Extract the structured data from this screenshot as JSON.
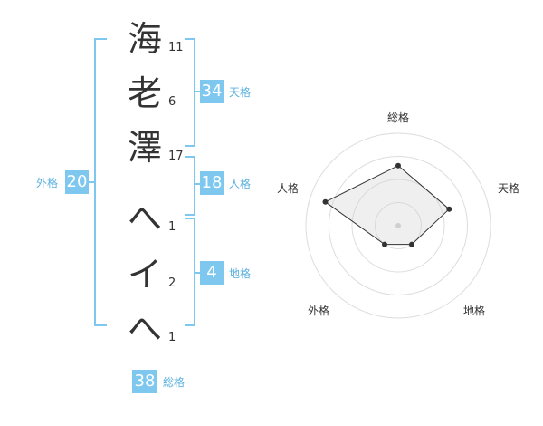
{
  "characters": [
    {
      "char": "海",
      "strokes": "11"
    },
    {
      "char": "老",
      "strokes": "6"
    },
    {
      "char": "澤",
      "strokes": "17"
    },
    {
      "char": "へ",
      "strokes": "1"
    },
    {
      "char": "イ",
      "strokes": "2"
    },
    {
      "char": "へ",
      "strokes": "1"
    }
  ],
  "kaku": {
    "tenkaku": {
      "value": "34",
      "label": "天格"
    },
    "jinkaku": {
      "value": "18",
      "label": "人格"
    },
    "chikaku": {
      "value": "4",
      "label": "地格"
    },
    "gaikaku": {
      "value": "20",
      "label": "外格"
    },
    "soukaku": {
      "value": "38",
      "label": "総格"
    }
  },
  "radar": {
    "axes": [
      "総格",
      "天格",
      "地格",
      "外格",
      "人格"
    ],
    "values": [
      0.65,
      0.58,
      0.25,
      0.25,
      0.83
    ]
  },
  "colors": {
    "accent": "#7ec8f0",
    "label": "#5ab0e0",
    "text": "#333333"
  }
}
